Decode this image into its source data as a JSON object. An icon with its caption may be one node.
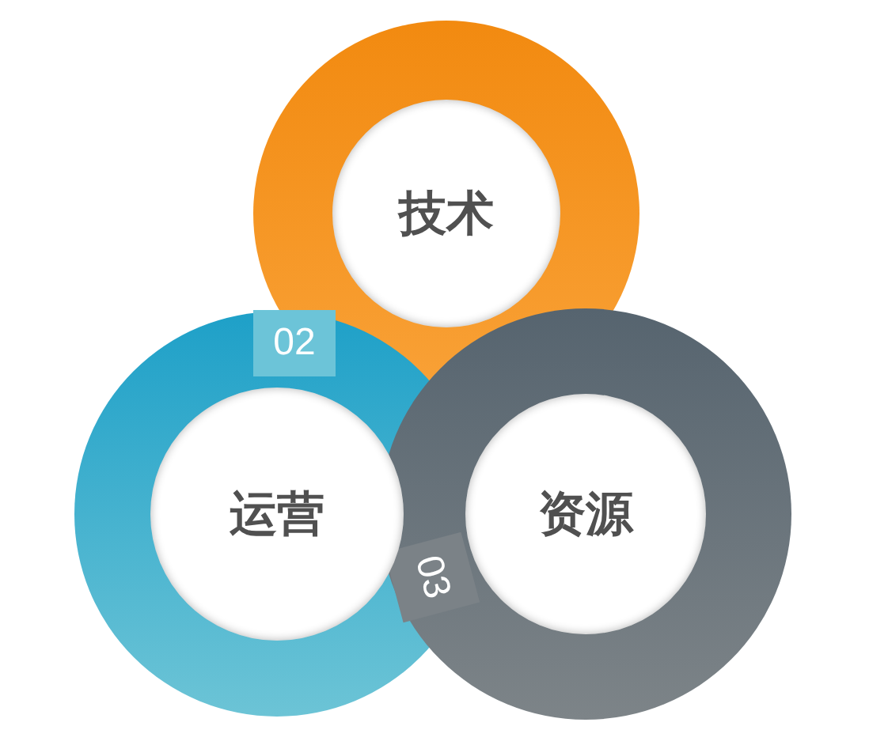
{
  "diagram": {
    "nodes": [
      {
        "text": [
          "技术"
        ]
      },
      {
        "text": [
          "运营"
        ]
      },
      {
        "text": [
          "资源"
        ]
      }
    ],
    "labels": [
      "02",
      "03"
    ]
  }
}
